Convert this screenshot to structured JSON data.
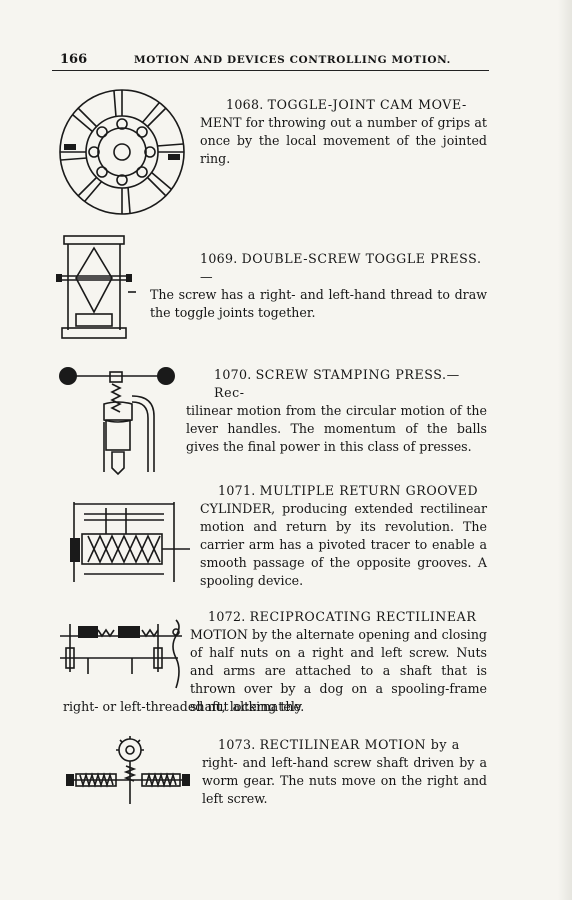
{
  "header": {
    "page_number": "166",
    "running_title": "MOTION AND DEVICES CONTROLLING MOTION."
  },
  "entries": [
    {
      "number": "1068.",
      "title": "TOGGLE-JOINT CAM MOVE-",
      "body": "MENT for throwing out a number of grips at once by the local movement of the jointed ring."
    },
    {
      "number": "1069.",
      "title": "DOUBLE-SCREW TOGGLE PRESS.—",
      "body": "The screw has a right- and left-hand thread to draw the toggle joints together."
    },
    {
      "number": "1070.",
      "title": "SCREW STAMPING PRESS.—Rec-",
      "body": "tilinear motion from the circular motion of the lever handles. The momentum of the balls gives the final power in this class of presses."
    },
    {
      "number": "1071.",
      "title": "MULTIPLE RETURN GROOVED",
      "body": "CYLINDER, producing extended rectilinear motion and return by its revolution. The carrier arm has a pivoted tracer to enable a smooth passage of the opposite grooves. A spooling device."
    },
    {
      "number": "1072.",
      "title": "RECIPROCATING RECTILINEAR",
      "body": "MOTION by the alternate opening and closing of half nuts on a right and left screw. Nuts and arms are attached to a shaft that is thrown over by a dog on a spooling-frame shaft, locking the",
      "tail": "right- or left-threaded nut alternately."
    },
    {
      "number": "1073.",
      "title": "RECTILINEAR MOTION by a",
      "body": "right- and left-hand screw shaft driven by a worm gear. The nuts move on the right and left screw."
    }
  ]
}
